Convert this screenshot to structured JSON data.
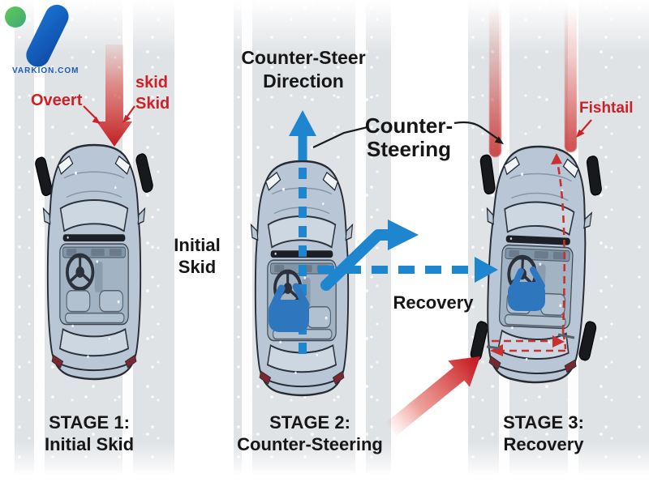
{
  "logo": {
    "text": "VARKION.COM"
  },
  "colors": {
    "red": "#cd2127",
    "blue": "#1e86cf",
    "logo_blue": "#1262c4",
    "logo_green": "#4fbe5f",
    "road": "#e0e3e6",
    "car_body": "#b9c6d5",
    "text": "#161616"
  },
  "icons": {
    "skid_arrow": "red-down-arrow",
    "counter_steer_arrow": "blue-up-dashed-arrow",
    "correction_arrow": "blue-bent-right-arrow",
    "recovery_arrow": "blue-right-dashed-arrow",
    "push_arrow": "red-diagonal-up-arrow",
    "fishtail_path": "red-dashed-loop"
  },
  "stages": [
    {
      "caption_line1": "STAGE 1:",
      "caption_line2": "Initial Skid",
      "labels": {
        "oversteer": "Oveert",
        "skid_line1": "skid",
        "skid_line2": "Skid"
      }
    },
    {
      "caption_line1": "STAGE 2:",
      "caption_line2": "Counter-Steering",
      "labels": {
        "heading_line1": "Counter-Steer",
        "heading_line2": "Direction",
        "callout_line1": "Counter-",
        "callout_line2": "Steering",
        "initial_line1": "Initial",
        "initial_line2": "Skid",
        "recovery": "Recovery"
      }
    },
    {
      "caption_line1": "STAGE 3:",
      "caption_line2": "Recovery",
      "labels": {
        "fishtail": "Fishtail"
      }
    }
  ]
}
